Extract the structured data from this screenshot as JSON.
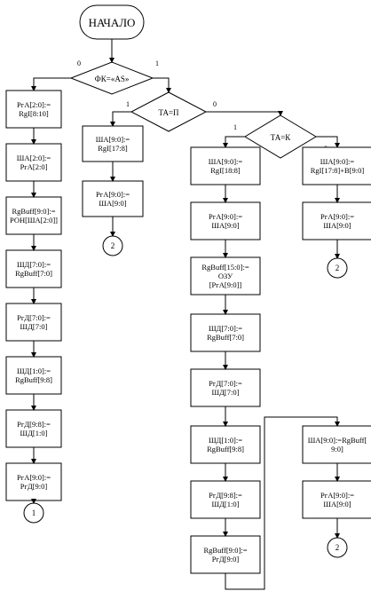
{
  "start": "НАЧАЛО",
  "decisions": {
    "fk": "ФК=«AS»",
    "ta_p": "ТА=П",
    "ta_k": "ТА=К"
  },
  "branch_labels": {
    "fk_no": "0",
    "fk_yes": "1",
    "ta_p_yes": "1",
    "ta_p_no": "0",
    "ta_k_yes": "1",
    "ta_k_no": "0"
  },
  "left_column": [
    [
      "РгА[2:0]:=",
      "RgI[8:10]"
    ],
    [
      "ША[2:0]:=",
      "РгА[2:0]"
    ],
    [
      "RgBuff[9:0]:=",
      "РОН[ША[2:0]]"
    ],
    [
      "ШД[7:0]:=",
      "RgBuff[7:0]"
    ],
    [
      "РгД[7:0]:=",
      "ШД[7:0]"
    ],
    [
      "ШД[1:0]:=",
      "RgBuff[9:8]"
    ],
    [
      "РгД[9:8]:=",
      "ШД[1:0]"
    ],
    [
      "РгА[9:0]:=",
      "РгД[9:0]"
    ]
  ],
  "left_connector": "1",
  "p_column": [
    [
      "ША[9:0]:=",
      "RgI[17:8]"
    ],
    [
      "РгА[9:0]:=",
      "ША[9:0]"
    ]
  ],
  "p_connector": "2",
  "k_column": [
    [
      "ША[9:0]:=",
      "RgI[18:8]"
    ],
    [
      "РгА[9:0]:=",
      "ША[9:0]"
    ],
    [
      "RgBuff[15:0]:=",
      "ОЗУ",
      "[РгА[9:0]]"
    ],
    [
      "ШД[7:0]:=",
      "RgBuff[7:0]"
    ],
    [
      "РгД[7:0]:=",
      "ШД[7:0]"
    ],
    [
      "ШД[1:0]:=",
      "RgBuff[9:8]"
    ],
    [
      "РгД[9:8]:=",
      "ШД[1:0]"
    ],
    [
      "RgBuff[9:0]:=",
      "РгД[9:0]"
    ]
  ],
  "k_tail_column": [
    [
      "ША[9:0]:=RgBuff[",
      "9:0]"
    ],
    [
      "РгА[9:0]:=",
      "ША[9:0]"
    ]
  ],
  "k_tail_connector": "2",
  "else_column": [
    [
      "ША[9:0]:=",
      "RgI[17:8]+B[9:0]"
    ],
    [
      "РгА[9:0]:=",
      "ША[9:0]"
    ]
  ],
  "else_connector": "2"
}
